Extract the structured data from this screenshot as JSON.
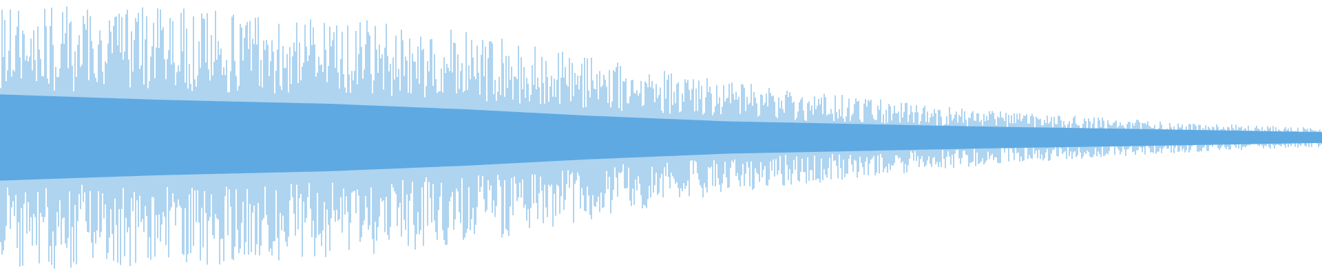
{
  "waveform": {
    "color": "#5ea9e2",
    "background": "#ffffff",
    "peak_count": 960,
    "amplitude_envelope": [
      {
        "t": 0.0,
        "outer": 0.98,
        "core": 0.32
      },
      {
        "t": 0.12,
        "outer": 0.97,
        "core": 0.28
      },
      {
        "t": 0.25,
        "outer": 0.9,
        "core": 0.25
      },
      {
        "t": 0.35,
        "outer": 0.8,
        "core": 0.21
      },
      {
        "t": 0.45,
        "outer": 0.6,
        "core": 0.16
      },
      {
        "t": 0.55,
        "outer": 0.42,
        "core": 0.12
      },
      {
        "t": 0.65,
        "outer": 0.3,
        "core": 0.1
      },
      {
        "t": 0.75,
        "outer": 0.2,
        "core": 0.08
      },
      {
        "t": 0.88,
        "outer": 0.12,
        "core": 0.06
      },
      {
        "t": 1.0,
        "outer": 0.07,
        "core": 0.04
      }
    ]
  }
}
